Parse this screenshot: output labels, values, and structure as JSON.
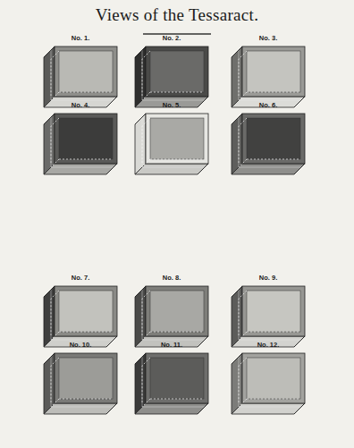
{
  "diagram": {
    "title": "Views of the Tessaract.",
    "labels": [
      "No. 1.",
      "No. 2.",
      "No. 3.",
      "No. 4.",
      "No. 5.",
      "No. 6.",
      "No. 7.",
      "No. 8.",
      "No. 9.",
      "No. 10.",
      "No. 11.",
      "No. 12."
    ]
  }
}
